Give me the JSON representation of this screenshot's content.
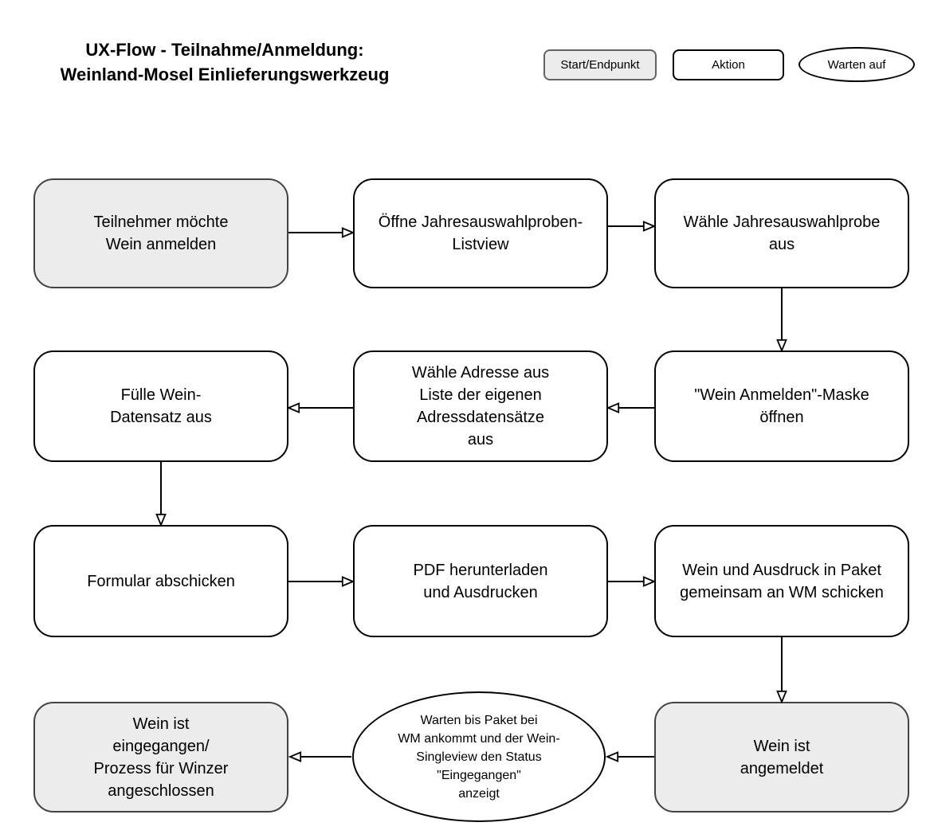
{
  "header": {
    "title": "UX-Flow - Teilnahme/Anmeldung:\nWeinland-Mosel Einlieferungswerkzeug"
  },
  "legend": {
    "start_end": {
      "label": "Start/Endpunkt",
      "shape": "rounded-rect",
      "fill": "#ececec"
    },
    "action": {
      "label": "Aktion",
      "shape": "rounded-rect",
      "fill": "#ffffff"
    },
    "wait": {
      "label": "Warten auf",
      "shape": "ellipse",
      "fill": "#ffffff"
    }
  },
  "colors": {
    "background": "#ffffff",
    "start_end_fill": "#ececec",
    "start_end_border": "#424242",
    "action_fill": "#ffffff",
    "action_border": "#000000",
    "arrow": "#000000"
  },
  "flowchart": {
    "nodes": [
      {
        "id": "start",
        "type": "start-end",
        "label": "Teilnehmer möchte\nWein anmelden"
      },
      {
        "id": "open-listview",
        "type": "action",
        "label": "Öffne Jahresauswahlproben-\nListview"
      },
      {
        "id": "choose-jahresauswahlprobe",
        "type": "action",
        "label": "Wähle Jahresauswahlprobe\naus"
      },
      {
        "id": "open-wein-anmelden-maske",
        "type": "action",
        "label": "\"Wein Anmelden\"-Maske\nöffnen"
      },
      {
        "id": "choose-address",
        "type": "action",
        "label": "Wähle Adresse aus\nListe der eigenen\nAdressdatensätze\naus"
      },
      {
        "id": "fill-wein-datensatz",
        "type": "action",
        "label": "Fülle Wein-\nDatensatz aus"
      },
      {
        "id": "submit-form",
        "type": "action",
        "label": "Formular abschicken"
      },
      {
        "id": "download-pdf",
        "type": "action",
        "label": "PDF herunterladen\nund Ausdrucken"
      },
      {
        "id": "send-package",
        "type": "action",
        "label": "Wein und Ausdruck in Paket\ngemeinsam an WM schicken"
      },
      {
        "id": "wine-registered",
        "type": "start-end",
        "label": "Wein ist\nangemeldet"
      },
      {
        "id": "wait-package",
        "type": "wait",
        "label": "Warten bis Paket bei\nWM ankommt und der Wein-\nSingleview den Status\n\"Eingegangen\"\nanzeigt"
      },
      {
        "id": "wine-received",
        "type": "start-end",
        "label": "Wein ist\neingegangen/\nProzess für Winzer\nangeschlossen"
      }
    ],
    "edges": [
      {
        "from": "start",
        "to": "open-listview"
      },
      {
        "from": "open-listview",
        "to": "choose-jahresauswahlprobe"
      },
      {
        "from": "choose-jahresauswahlprobe",
        "to": "open-wein-anmelden-maske"
      },
      {
        "from": "open-wein-anmelden-maske",
        "to": "choose-address"
      },
      {
        "from": "choose-address",
        "to": "fill-wein-datensatz"
      },
      {
        "from": "fill-wein-datensatz",
        "to": "submit-form"
      },
      {
        "from": "submit-form",
        "to": "download-pdf"
      },
      {
        "from": "download-pdf",
        "to": "send-package"
      },
      {
        "from": "send-package",
        "to": "wine-registered"
      },
      {
        "from": "wine-registered",
        "to": "wait-package"
      },
      {
        "from": "wait-package",
        "to": "wine-received"
      }
    ]
  }
}
